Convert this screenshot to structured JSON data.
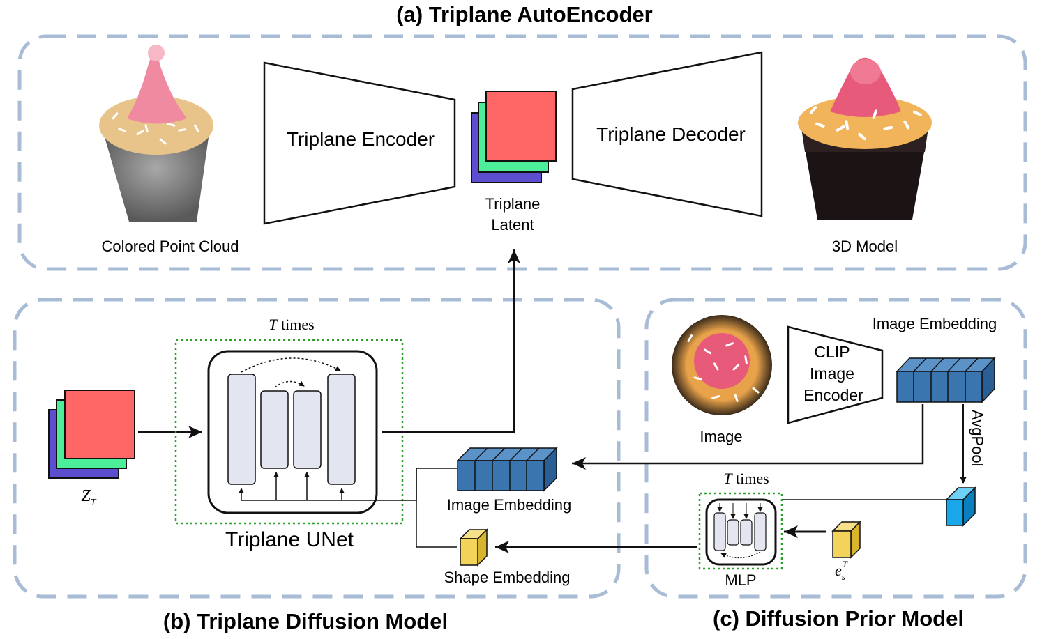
{
  "section_a": {
    "title": "(a) Triplane AutoEncoder",
    "point_cloud_label": "Colored Point Cloud",
    "encoder_label": "Triplane Encoder",
    "latent_label_1": "Triplane",
    "latent_label_2": "Latent",
    "decoder_label": "Triplane Decoder",
    "model_label": "3D Model"
  },
  "section_b": {
    "title": "(b) Triplane Diffusion Model",
    "t_times_var": "T",
    "t_times_suffix": " times",
    "unet_label": "Triplane UNet",
    "z_var": "Z",
    "z_sub": "T",
    "image_embedding_label": "Image Embedding",
    "shape_embedding_label": "Shape Embedding"
  },
  "section_c": {
    "title": "(c) Diffusion Prior Model",
    "image_label": "Image",
    "clip_line_1": "CLIP",
    "clip_line_2": "Image",
    "clip_line_3": "Encoder",
    "image_embedding_label": "Image Embedding",
    "avgpool_label": "AvgPool",
    "t_times_var": "T",
    "t_times_suffix": " times",
    "mlp_label": "MLP",
    "e_var": "e",
    "e_sub": "s",
    "e_sup": "T"
  },
  "colors": {
    "dashed_border": "#a9bcd6",
    "latent_red": "#ff6666",
    "latent_green": "#4dee9a",
    "latent_purple": "#5b4fcf",
    "embedding_blue": "#3a75b0",
    "pooled_cyan": "#1aa7ea",
    "shape_yellow": "#f3d35a",
    "unet_block": "#e3e5f0",
    "dotted_green": "#2aa02a"
  }
}
